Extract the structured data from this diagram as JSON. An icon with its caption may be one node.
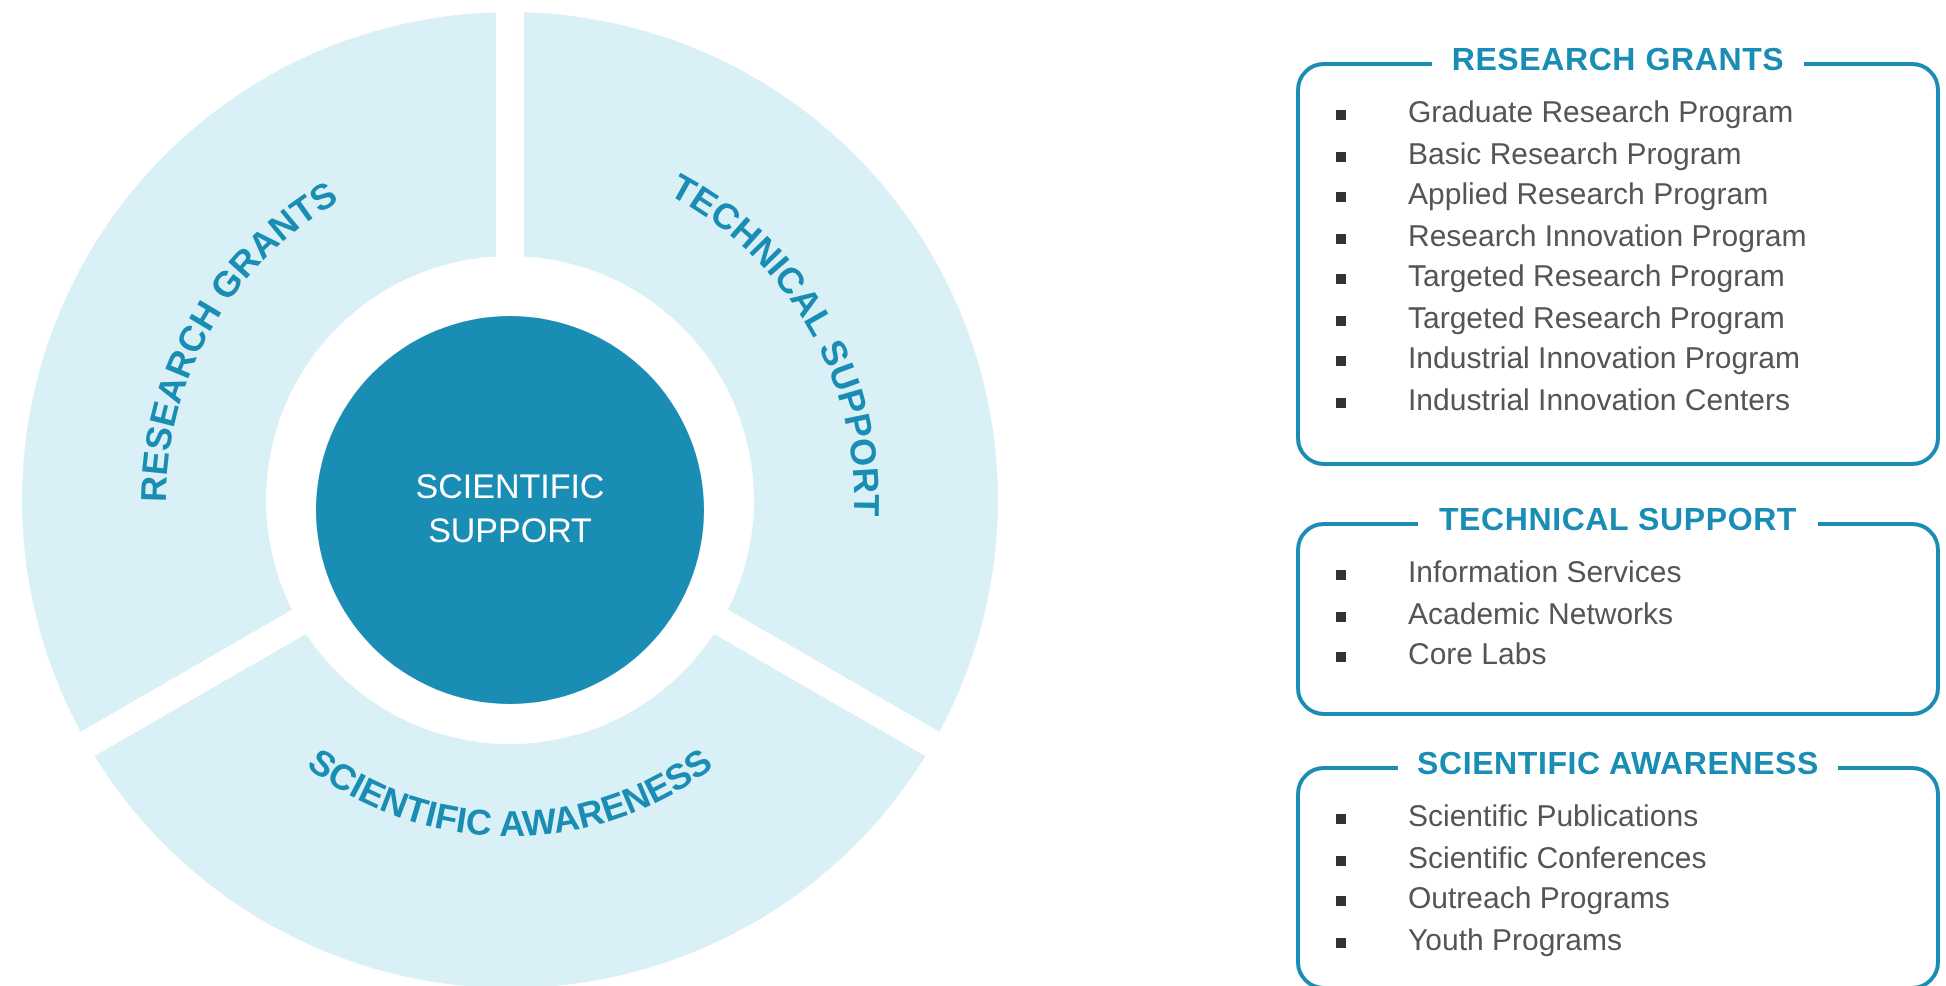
{
  "diagram": {
    "nodes": [
      {
        "text": [
          "SCIENTIFIC SUPPORT"
        ]
      },
      {
        "text": [
          "RESEARCH GRANTS"
        ]
      },
      {
        "text": [
          "TECHNICAL SUPPORT"
        ]
      },
      {
        "text": [
          "SCIENTIFIC AWARENESS"
        ]
      },
      {
        "text": [
          "RESEARCH GRANTS",
          "Graduate Research Program",
          "Basic Research Program",
          "Applied Research Program",
          "Research Innovation Program",
          "Targeted Research Program",
          "Targeted Research Program",
          "Industrial Innovation Program",
          "Industrial Innovation Centers"
        ]
      },
      {
        "text": [
          "TECHNICAL SUPPORT",
          "Information Services",
          "Academic Networks",
          "Core Labs"
        ]
      },
      {
        "text": [
          "SCIENTIFIC AWARENESS",
          "Scientific Publications",
          "Scientific Conferences",
          "Outreach Programs",
          "Youth Programs"
        ]
      }
    ],
    "edges": []
  }
}
